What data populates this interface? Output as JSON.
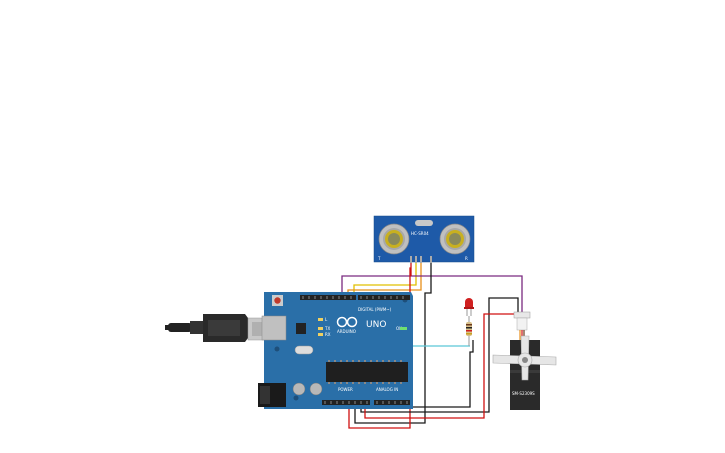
{
  "sensor": {
    "label": "HC-SR04",
    "pin_t": "T",
    "pin_r": "R"
  },
  "arduino": {
    "brand": "ARDUINO",
    "model": "UNO",
    "digital_header": "DIGITAL (PWM~)",
    "power_header": "POWER",
    "analog_header": "ANALOG IN",
    "tx_label": "TX",
    "rx_label": "RX",
    "l_label": "L",
    "on_label": "ON"
  },
  "servo": {
    "label": "SM-S2309S"
  },
  "colors": {
    "board": "#2a6fa8",
    "sensor_board": "#1e5aa8",
    "wire_yellow": "#e0c000",
    "wire_orange": "#e8901a",
    "wire_purple": "#7a2a80",
    "wire_red": "#d01010",
    "wire_black": "#1a1a1a",
    "wire_cyan": "#5ac8d8",
    "led": "#d02020"
  }
}
